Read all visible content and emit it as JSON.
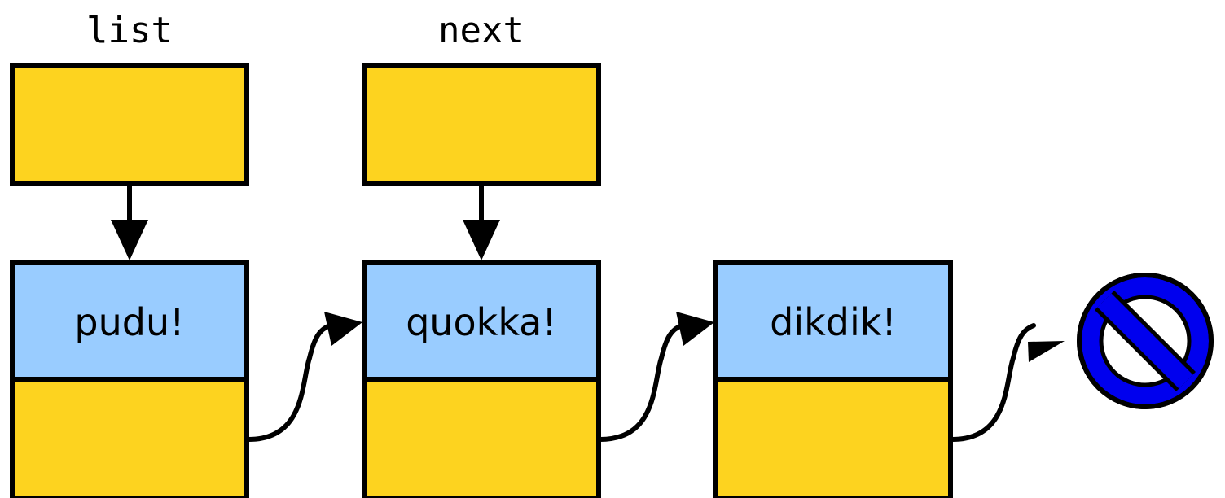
{
  "pointers": [
    {
      "label": "list"
    },
    {
      "label": "next"
    }
  ],
  "nodes": [
    {
      "value": "pudu!"
    },
    {
      "value": "quokka!"
    },
    {
      "value": "dikdik!"
    }
  ],
  "null_terminator": {
    "icon": "null-icon"
  },
  "colors": {
    "pointer_cell": "#FDD31F",
    "value_cell": "#99CCFF",
    "null_ring": "#0000EE",
    "line": "#000000"
  }
}
